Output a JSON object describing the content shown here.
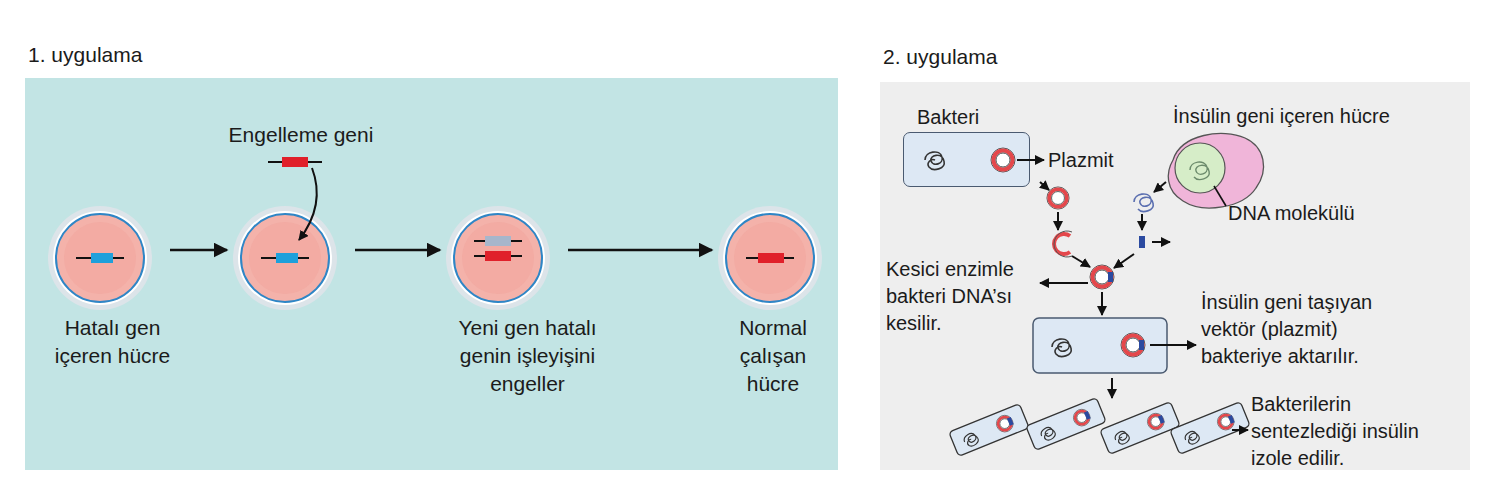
{
  "diagram": {
    "nodes": [
      {
        "text": [
          "1. uygulama"
        ]
      },
      {
        "text": [
          "Hatalı gen içeren hücre"
        ],
        "in": 0
      },
      {
        "text": [
          "Engelleme geni"
        ],
        "in": 0
      },
      {
        "text": [
          "Yeni gen hatalı genin işleyişini engeller"
        ],
        "in": 0
      },
      {
        "text": [
          "Normal çalışan hücre"
        ],
        "in": 0
      },
      {
        "text": [
          "2. uygulama"
        ]
      },
      {
        "text": [
          "Bakteri"
        ],
        "in": 5
      },
      {
        "text": [
          "İnsülin geni içeren hücre"
        ],
        "in": 5
      }
    ],
    "edges": [
      {
        "from": 1,
        "to": 2,
        "arrow": "to"
      },
      {
        "from": 2,
        "to": 3,
        "arrow": "to"
      },
      {
        "from": 3,
        "to": 4,
        "arrow": "to"
      }
    ],
    "labels": [
      "Plazmit",
      "DNA molekülü",
      "Kesici enzimle bakteri DNA’sı kesilir.",
      "İnsülin geni taşıyan vektör (plazmit) bakteriye aktarılır.",
      "Bakterilerin sentezlediği insülin izole edilir."
    ]
  }
}
